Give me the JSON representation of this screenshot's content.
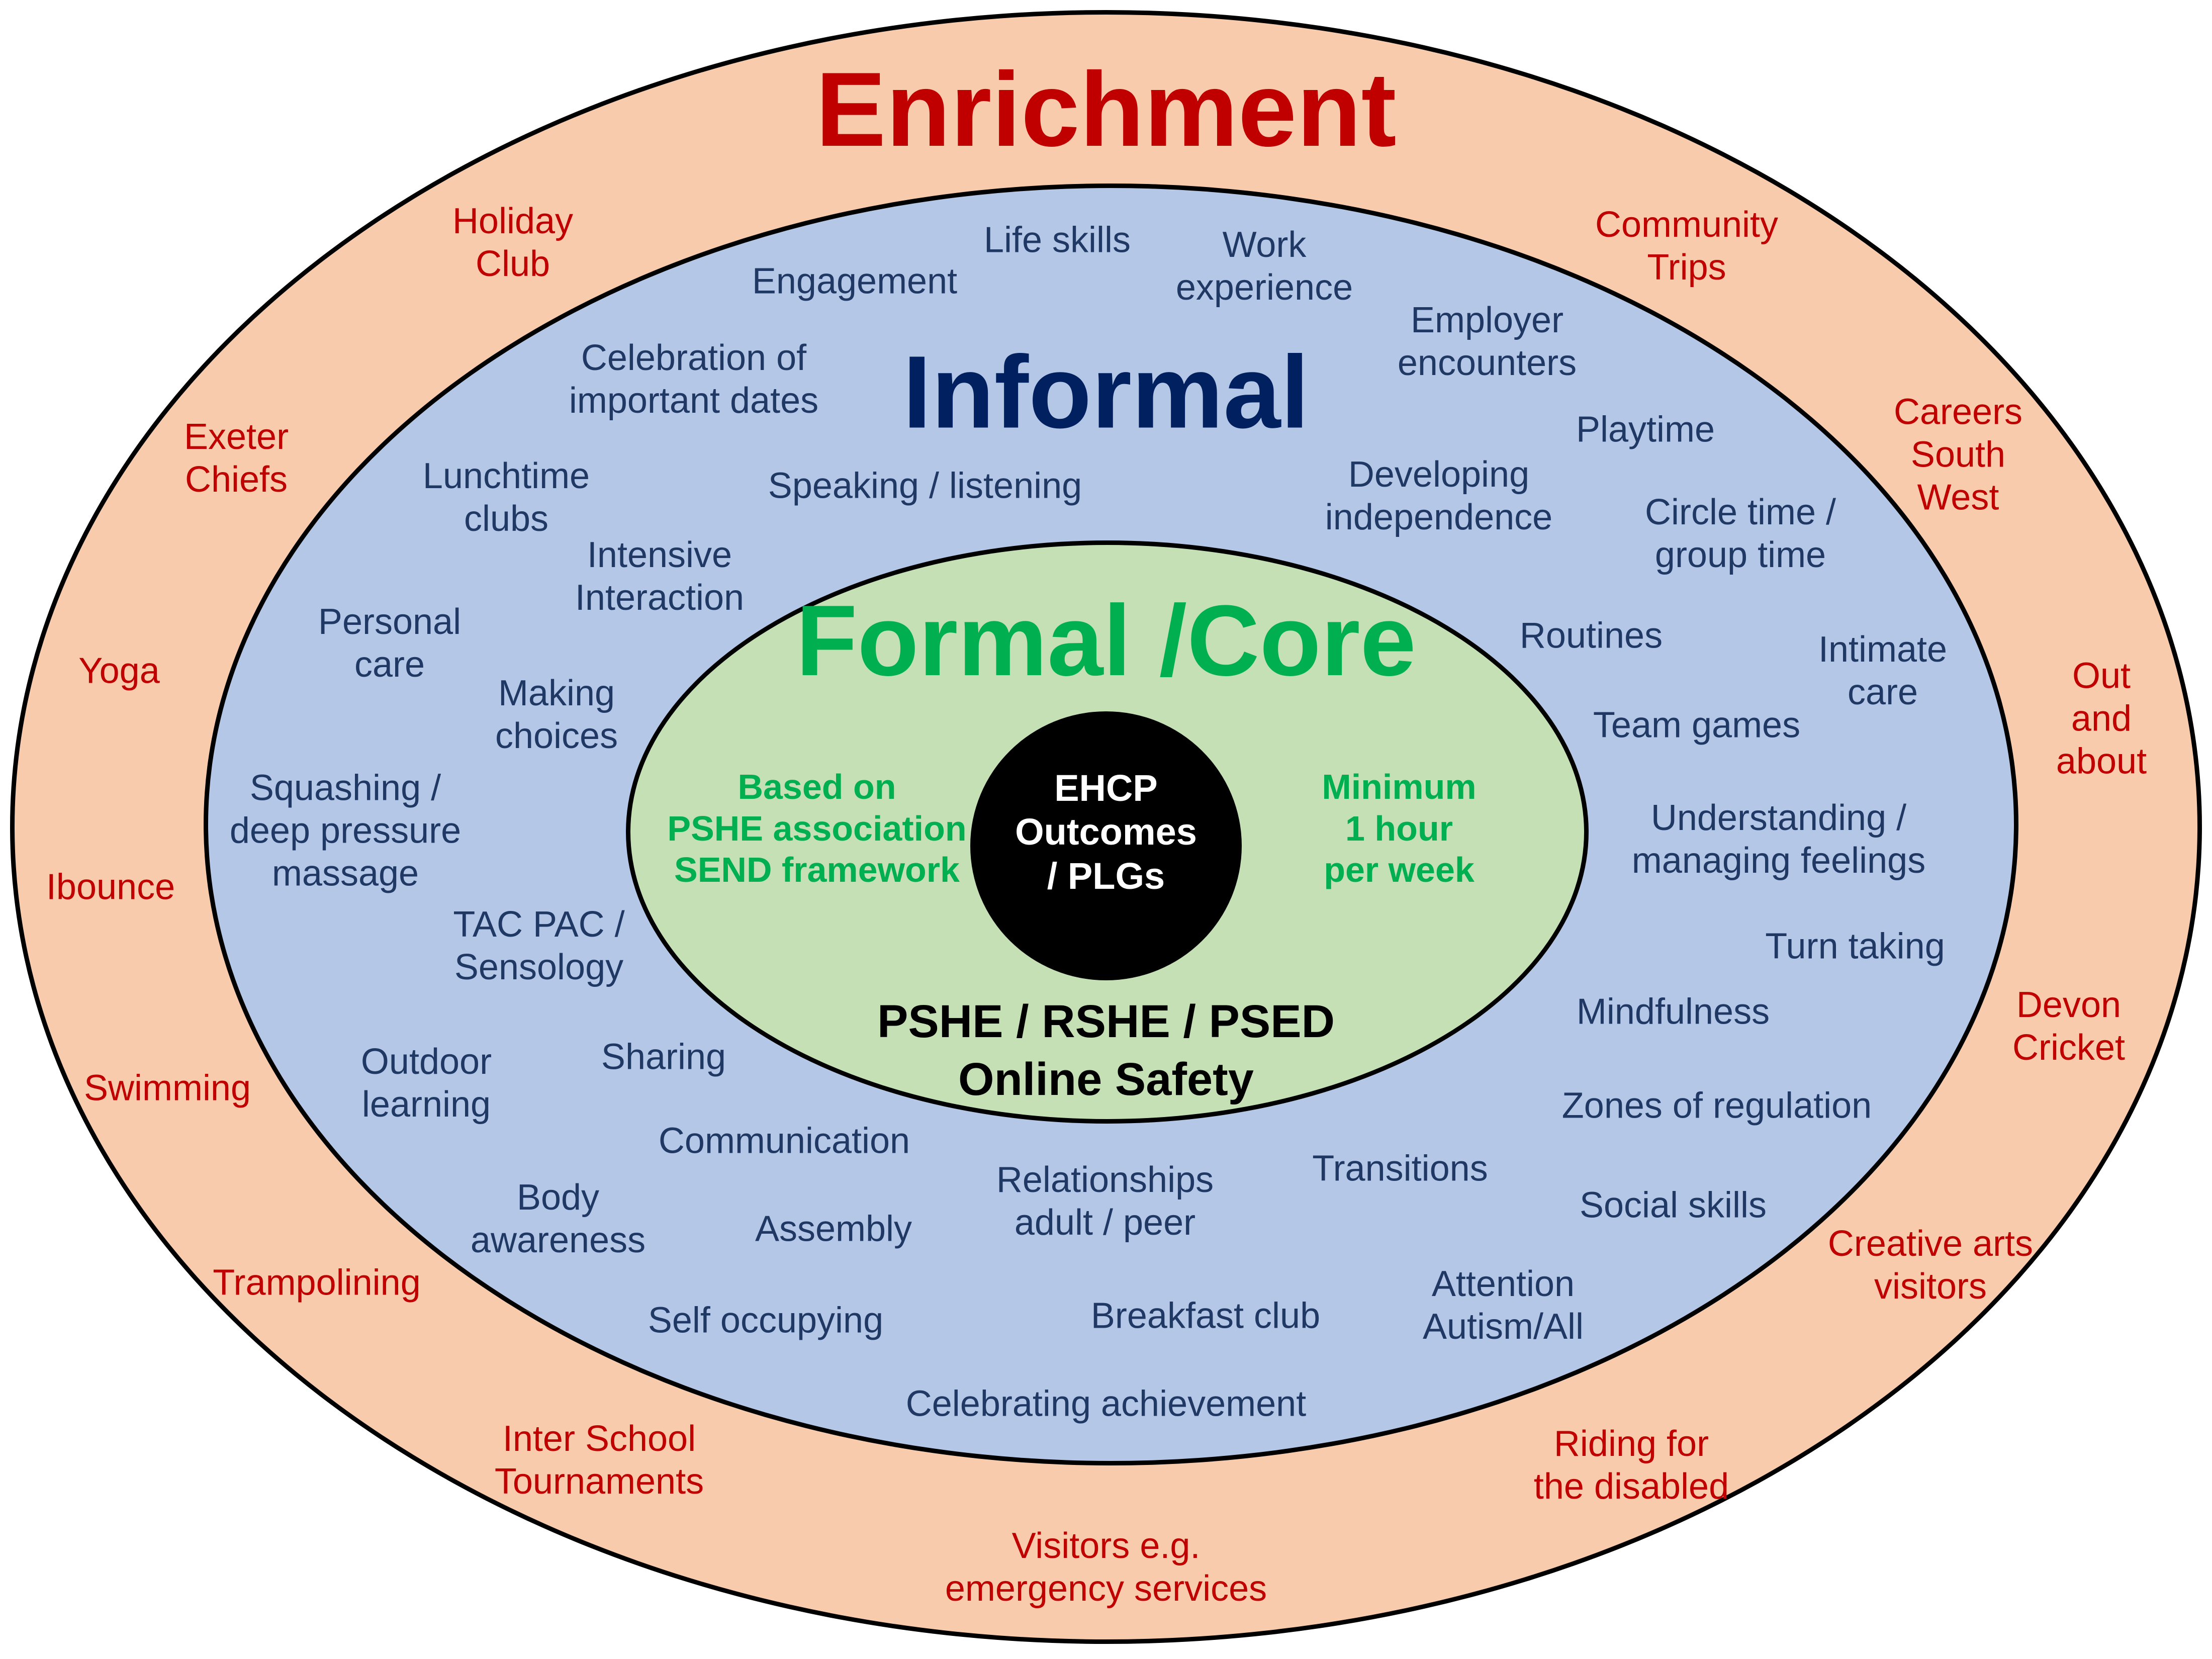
{
  "colors": {
    "enrichment_fill": "#F8CBAD",
    "informal_fill": "#B4C7E7",
    "core_fill": "#C5E0B4",
    "center_fill": "#000000",
    "outline": "#000000",
    "enrichment_text": "#C00000",
    "informal_text": "#1F3864",
    "informal_title": "#002060",
    "core_text": "#00B050",
    "center_text": "#FFFFFF"
  },
  "enrichment": {
    "title": "Enrichment",
    "items": [
      "Holiday\nClub",
      "Community\nTrips",
      "Exeter\nChiefs",
      "Careers\nSouth\nWest",
      "Yoga",
      "Out\nand\nabout",
      "Ibounce",
      "Devon\nCricket",
      "Swimming",
      "Creative arts\nvisitors",
      "Trampolining",
      "Riding for\nthe disabled",
      "Inter School\nTournaments",
      "Visitors e.g.\nemergency services"
    ]
  },
  "informal": {
    "title": "Informal",
    "items": [
      "Life skills",
      "Work\nexperience",
      "Engagement",
      "Employer\nencounters",
      "Celebration of\nimportant dates",
      "Playtime",
      "Lunchtime\nclubs",
      "Speaking / listening",
      "Developing\nindependence",
      "Circle time /\ngroup time",
      "Intensive\nInteraction",
      "Personal\ncare",
      "Routines",
      "Intimate\ncare",
      "Making\nchoices",
      "Team games",
      "Squashing /\ndeep pressure\nmassage",
      "Understanding /\nmanaging feelings",
      "TAC PAC /\nSensology",
      "Turn taking",
      "Mindfulness",
      "Outdoor\nlearning",
      "Sharing",
      "Zones of regulation",
      "Communication",
      "Relationships\nadult / peer",
      "Transitions",
      "Body\nawareness",
      "Assembly",
      "Social skills",
      "Attention\nAutism/All",
      "Self occupying",
      "Breakfast club",
      "Celebrating achievement"
    ]
  },
  "core": {
    "title": "Formal /Core",
    "left_note": "Based on\nPSHE association\nSEND framework",
    "right_note": "Minimum\n1 hour\nper week",
    "subjects": "PSHE / RSHE / PSED\nOnline Safety"
  },
  "center": {
    "label": "EHCP\nOutcomes\n/ PLGs"
  }
}
